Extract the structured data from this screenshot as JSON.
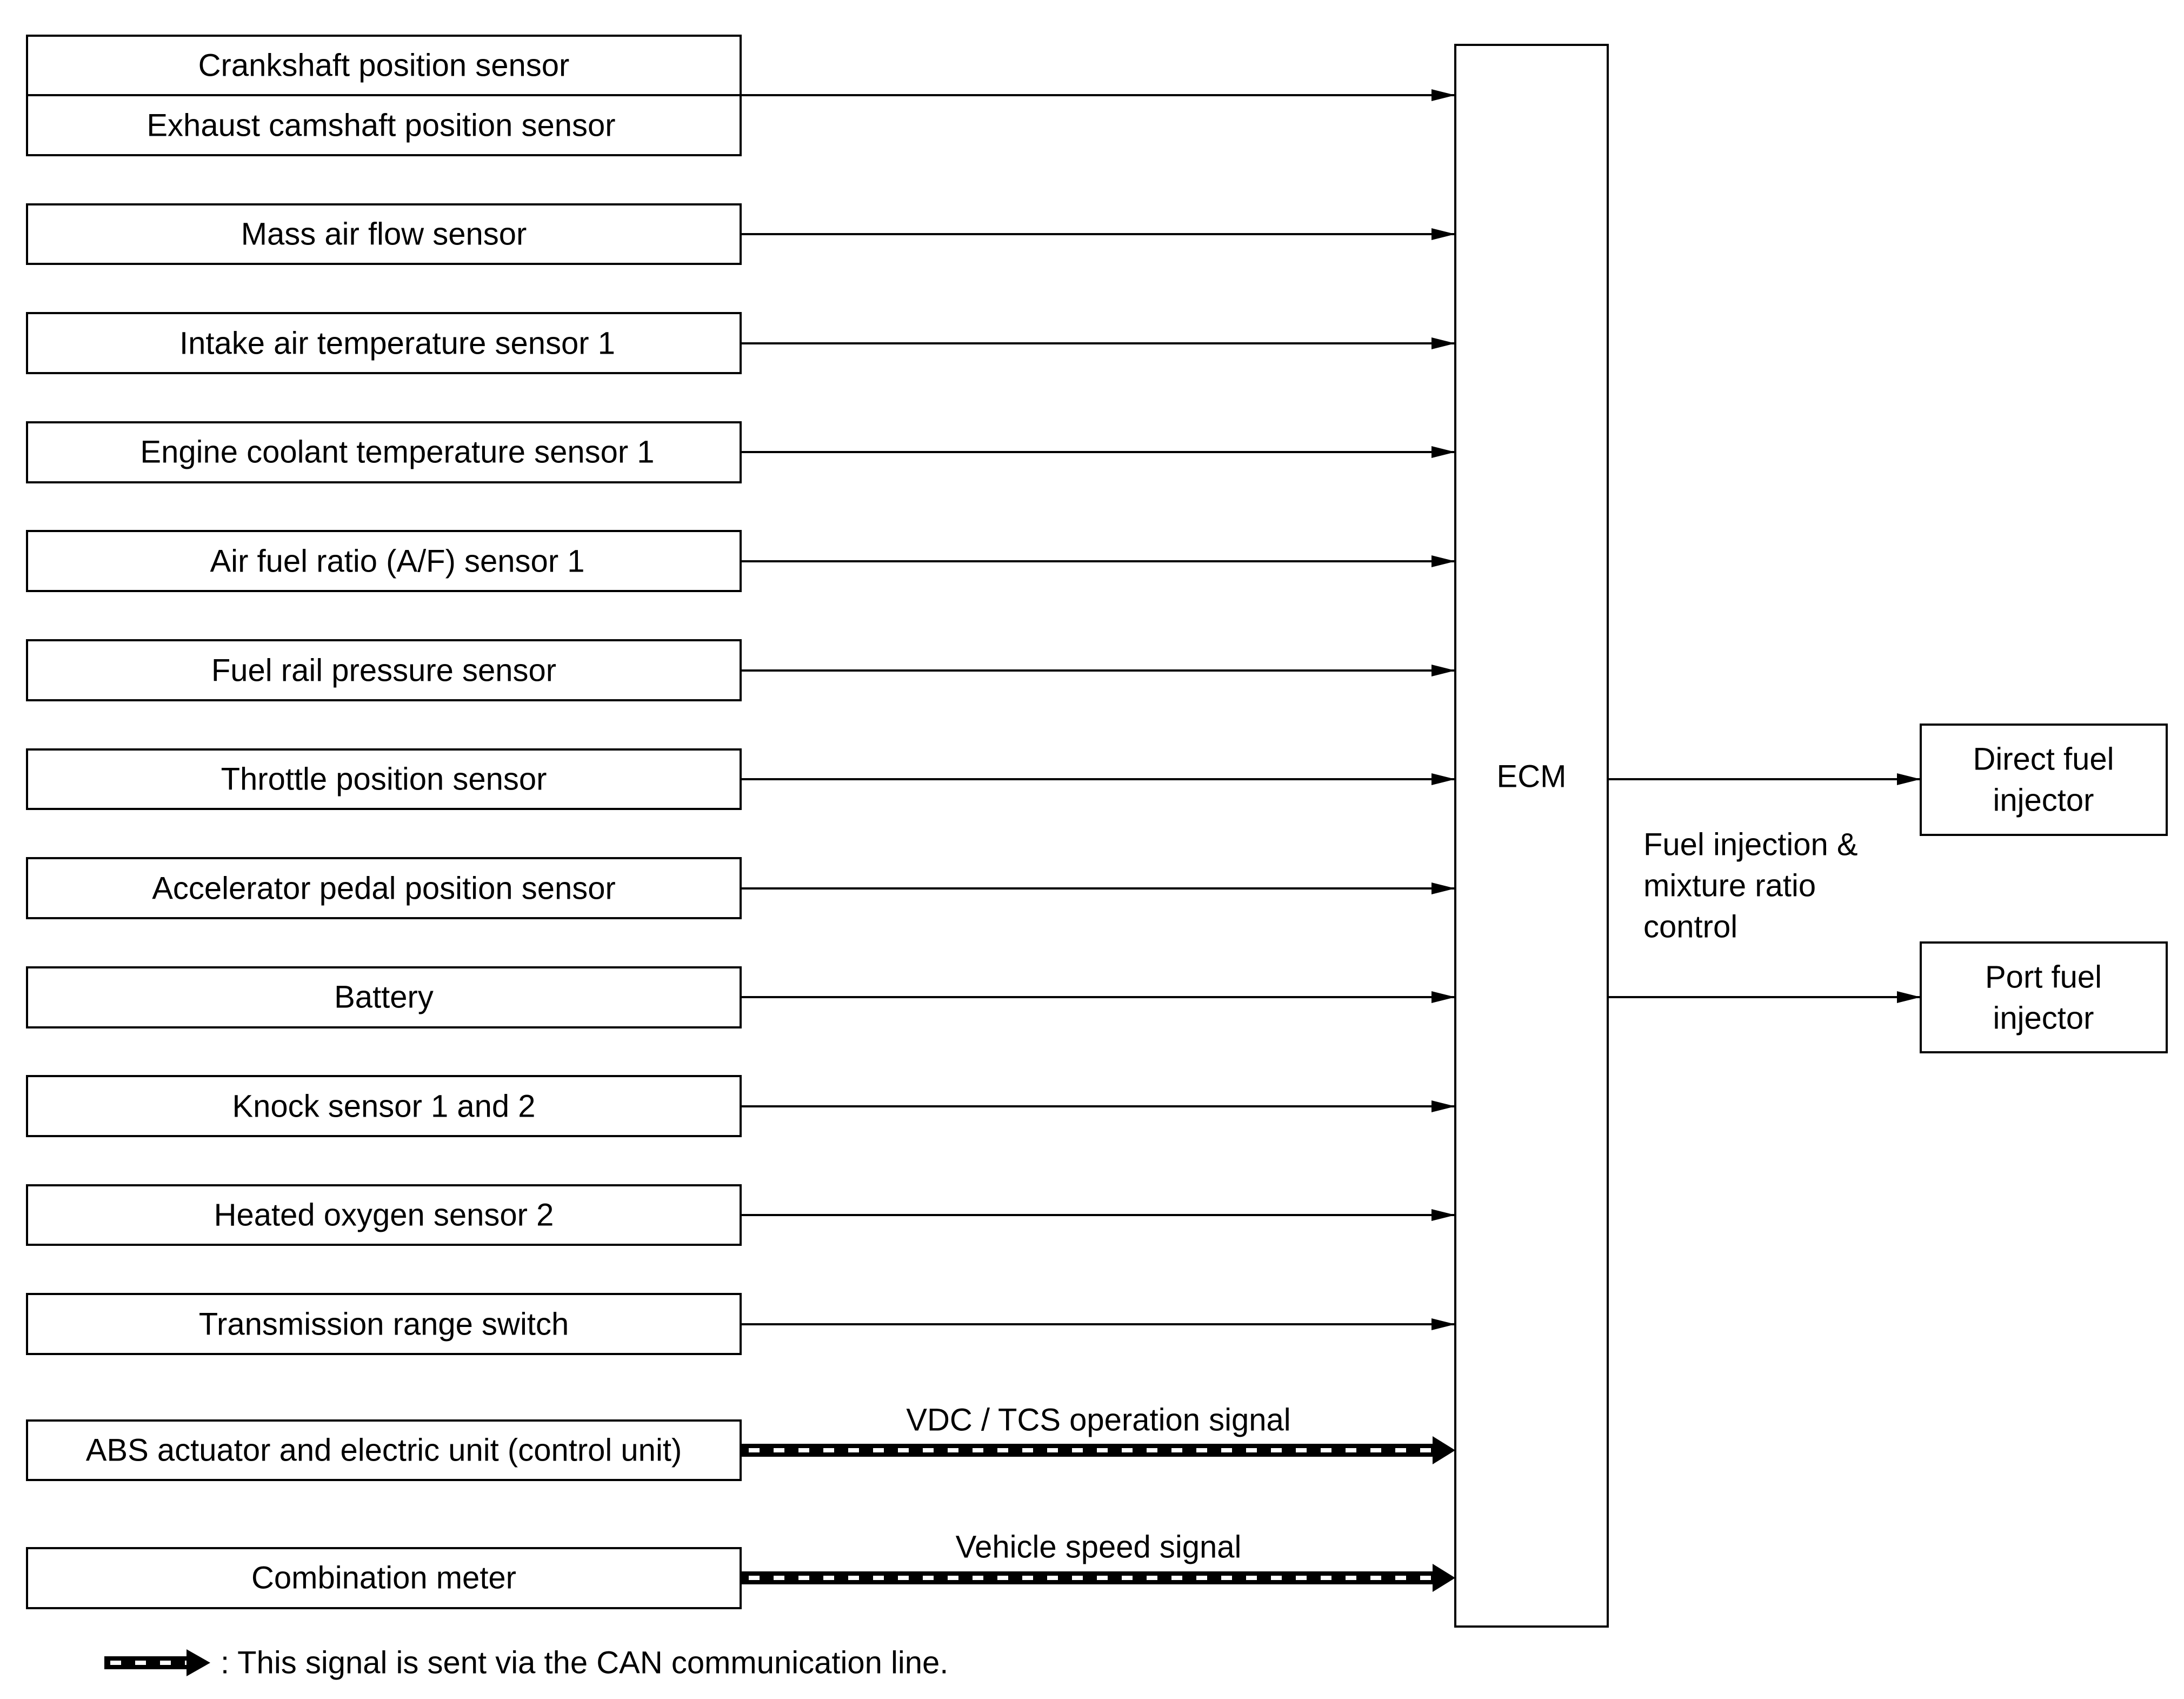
{
  "colors": {
    "line": "#000000",
    "background": "#ffffff"
  },
  "inputs": [
    {
      "id": "crank-cam",
      "labels": [
        "Crankshaft position sensor",
        "Exhaust camshaft position sensor"
      ],
      "can": false
    },
    {
      "id": "maf",
      "labels": [
        "Mass air flow sensor"
      ],
      "can": false
    },
    {
      "id": "iat",
      "labels": [
        "Intake air temperature sensor 1"
      ],
      "can": false
    },
    {
      "id": "ect",
      "labels": [
        "Engine coolant temperature sensor 1"
      ],
      "can": false
    },
    {
      "id": "af",
      "labels": [
        "Air fuel ratio (A/F) sensor 1"
      ],
      "can": false
    },
    {
      "id": "frp",
      "labels": [
        "Fuel rail pressure sensor"
      ],
      "can": false
    },
    {
      "id": "tps",
      "labels": [
        "Throttle position sensor"
      ],
      "can": false
    },
    {
      "id": "apps",
      "labels": [
        "Accelerator pedal position sensor"
      ],
      "can": false
    },
    {
      "id": "battery",
      "labels": [
        "Battery"
      ],
      "can": false
    },
    {
      "id": "knock",
      "labels": [
        "Knock sensor 1 and 2"
      ],
      "can": false
    },
    {
      "id": "ho2s",
      "labels": [
        "Heated oxygen sensor 2"
      ],
      "can": false
    },
    {
      "id": "trs",
      "labels": [
        "Transmission range switch"
      ],
      "can": false
    },
    {
      "id": "abs",
      "labels": [
        "ABS actuator and electric unit (control unit)"
      ],
      "can": true,
      "signal_label": "VDC / TCS operation signal"
    },
    {
      "id": "meter",
      "labels": [
        "Combination meter"
      ],
      "can": true,
      "signal_label": "Vehicle speed signal"
    }
  ],
  "ecm": {
    "label": "ECM"
  },
  "control_label_lines": [
    "Fuel injection &",
    "mixture ratio",
    "control"
  ],
  "outputs": [
    {
      "id": "direct-injector",
      "labels": [
        "Direct fuel",
        "injector"
      ]
    },
    {
      "id": "port-injector",
      "labels": [
        "Port fuel",
        "injector"
      ]
    }
  ],
  "legend": {
    "text": ": This signal is sent via the CAN communication line."
  }
}
